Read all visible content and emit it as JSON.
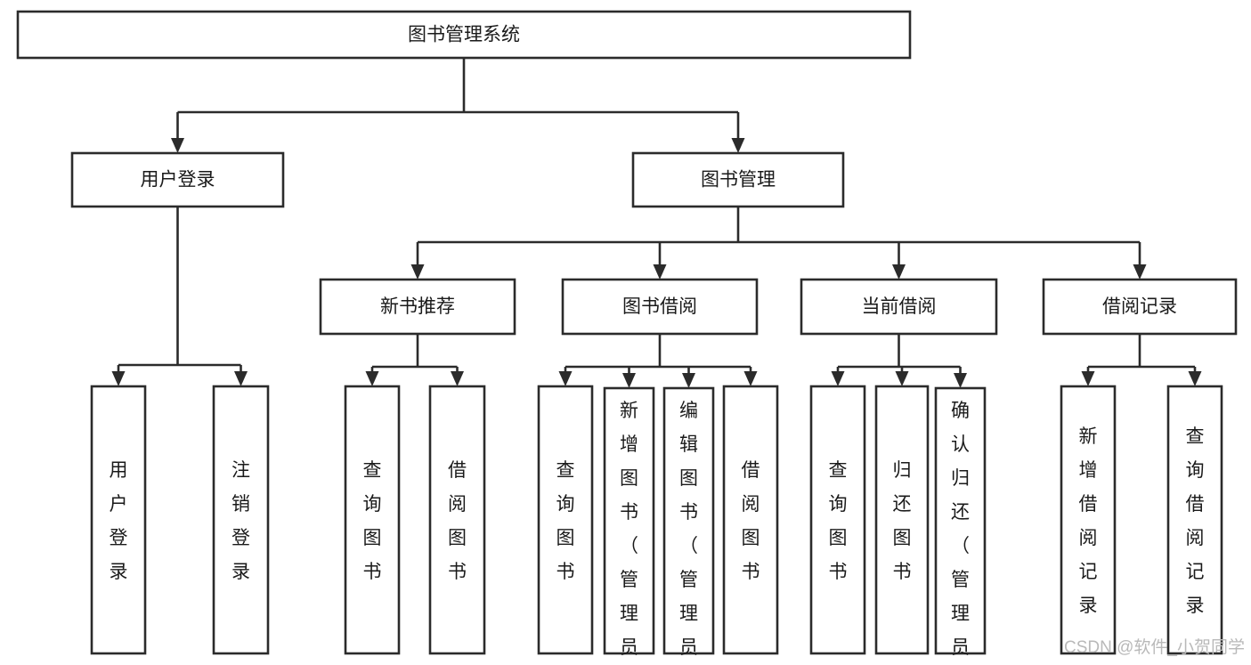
{
  "diagram": {
    "title": "图书管理系统",
    "type": "hierarchy-tree",
    "orientation": "top-down",
    "colors": {
      "background": "#ffffff",
      "node_fill": "#ffffff",
      "node_stroke": "#2b2b2b",
      "text": "#1a1a1a",
      "watermark": "#b9b9b9"
    },
    "root": {
      "id": "root",
      "label": "图书管理系统",
      "text_orientation": "horizontal"
    },
    "level2": [
      {
        "id": "user-login",
        "label": "用户登录",
        "text_orientation": "horizontal"
      },
      {
        "id": "book-manage",
        "label": "图书管理",
        "text_orientation": "horizontal"
      }
    ],
    "level3": [
      {
        "id": "new-book-rec",
        "label": "新书推荐",
        "parent": "book-manage",
        "text_orientation": "horizontal"
      },
      {
        "id": "book-borrow",
        "label": "图书借阅",
        "parent": "book-manage",
        "text_orientation": "horizontal"
      },
      {
        "id": "current-borrow",
        "label": "当前借阅",
        "parent": "book-manage",
        "text_orientation": "horizontal"
      },
      {
        "id": "borrow-record",
        "label": "借阅记录",
        "parent": "book-manage",
        "text_orientation": "horizontal"
      }
    ],
    "leaves": [
      {
        "id": "leaf-user-login",
        "label": "用户登录",
        "parent": "user-login",
        "text_orientation": "vertical"
      },
      {
        "id": "leaf-logout",
        "label": "注销登录",
        "parent": "user-login",
        "text_orientation": "vertical"
      },
      {
        "id": "leaf-query-book-1",
        "label": "查询图书",
        "parent": "new-book-rec",
        "text_orientation": "vertical"
      },
      {
        "id": "leaf-borrow-book-1",
        "label": "借阅图书",
        "parent": "new-book-rec",
        "text_orientation": "vertical"
      },
      {
        "id": "leaf-query-book-2",
        "label": "查询图书",
        "parent": "book-borrow",
        "text_orientation": "vertical"
      },
      {
        "id": "leaf-add-book",
        "label": "新增图书（管理员）",
        "parent": "book-borrow",
        "text_orientation": "vertical"
      },
      {
        "id": "leaf-edit-book",
        "label": "编辑图书（管理员）",
        "parent": "book-borrow",
        "text_orientation": "vertical"
      },
      {
        "id": "leaf-borrow-book-2",
        "label": "借阅图书",
        "parent": "book-borrow",
        "text_orientation": "vertical"
      },
      {
        "id": "leaf-query-book-3",
        "label": "查询图书",
        "parent": "current-borrow",
        "text_orientation": "vertical"
      },
      {
        "id": "leaf-return-book",
        "label": "归还图书",
        "parent": "current-borrow",
        "text_orientation": "vertical"
      },
      {
        "id": "leaf-confirm-return",
        "label": "确认归还（管理员）",
        "parent": "current-borrow",
        "text_orientation": "vertical"
      },
      {
        "id": "leaf-add-record",
        "label": "新增借阅记录",
        "parent": "borrow-record",
        "text_orientation": "vertical"
      },
      {
        "id": "leaf-query-record",
        "label": "查询借阅记录",
        "parent": "borrow-record",
        "text_orientation": "vertical"
      }
    ],
    "watermark": "CSDN @软件_小贺同学"
  }
}
